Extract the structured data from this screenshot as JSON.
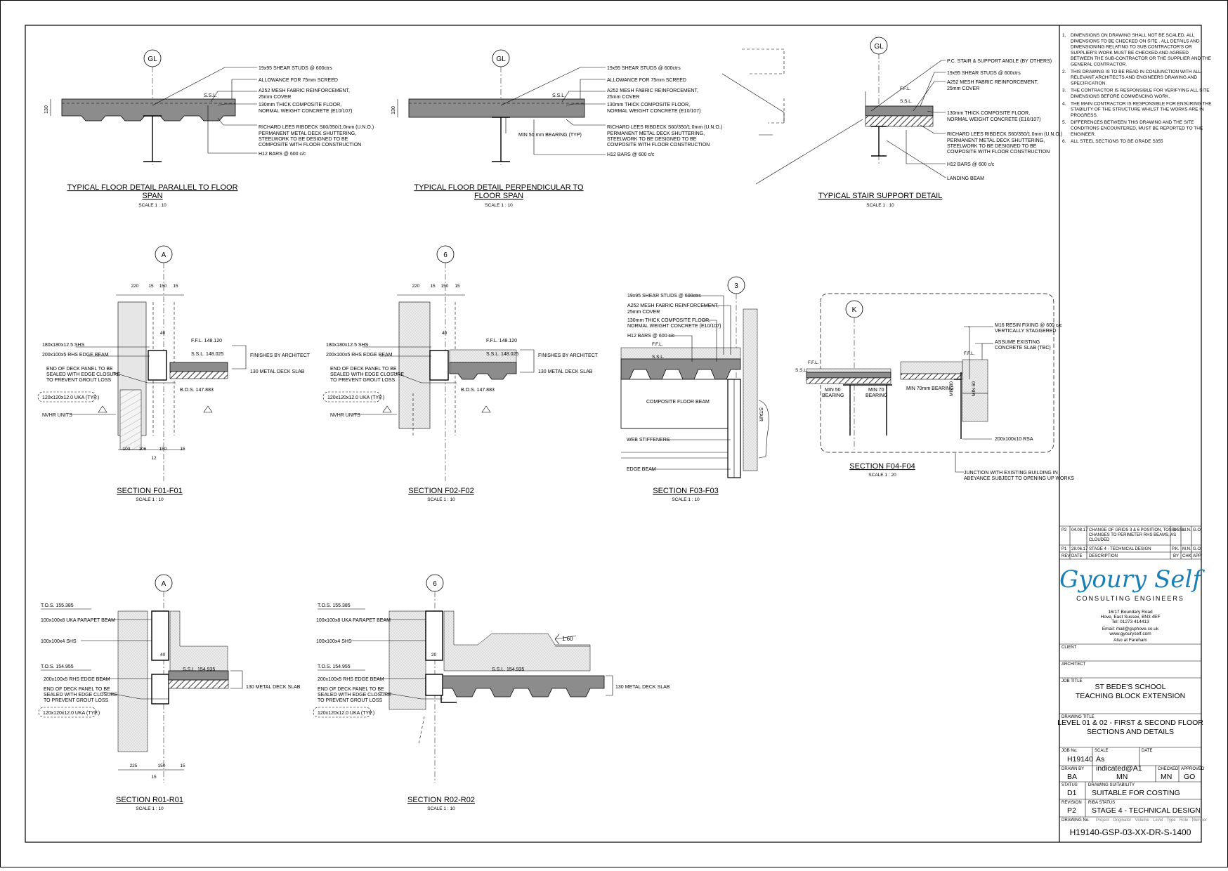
{
  "notes": [
    "1. DIMENSIONS ON DRAWING SHALL NOT BE SCALED. ALL DIMENSIONS TO BE CHECKED ON SITE . ALL DETAILS AND DIMENSIONING RELATING TO SUB CONTRACTOR'S OR SUPPLIER'S WORK MUST BE CHECKED AND AGREED BETWEEN THE SUB-CONTRACTOR OR THE SUPPLIER AND THE GENERAL CONTRACTOR.",
    "2. THIS DRAWING IS TO BE READ IN CONJUNCTION WITH ALL RELEVANT ARCHITECTS AND ENGINEERS DRAWING AND SPECIFICATION.",
    "3. THE CONTRACTOR IS RESPONSIBLE FOR VERIFYING ALL SITE DIMENSIONS BEFORE COMMENCING WORK.",
    "4. THE MAIN CONTRACTOR IS RESPONSIBLE FOR ENSURING THE STABILITY OF THE STRUCTURE WHILST THE WORKS ARE IN PROGRESS.",
    "5. DIFFERENCES BETWEEN THIS DRAWING AND THE SITE CONDITIONS ENCOUNTERED, MUST BE REPORTED TO THE ENGINEER.",
    "6. ALL STEEL SECTIONS TO BE GRADE S355"
  ],
  "notes_lines": [
    [
      "1.",
      "DIMENSIONS ON DRAWING SHALL NOT BE SCALED. ALL",
      "DIMENSIONS TO BE CHECKED ON SITE . ALL DETAILS AND",
      "DIMENSIONING RELATING TO SUB CONTRACTOR'S OR",
      "SUPPLIER'S WORK MUST BE CHECKED AND AGREED",
      "BETWEEN THE SUB-CONTRACTOR OR THE SUPPLIER AND THE",
      "GENERAL CONTRACTOR."
    ],
    [
      "2.",
      "THIS DRAWING IS TO BE READ IN CONJUNCTION WITH ALL",
      "RELEVANT ARCHITECTS AND ENGINEERS DRAWING AND",
      "SPECIFICATION."
    ],
    [
      "3.",
      "THE CONTRACTOR IS RESPONSIBLE FOR VERIFYING ALL SITE",
      "DIMENSIONS BEFORE COMMENCING WORK."
    ],
    [
      "4.",
      "THE MAIN CONTRACTOR IS RESPONSIBLE FOR ENSURING THE",
      "STABILITY OF THE STRUCTURE WHILST THE WORKS ARE IN",
      "PROGRESS."
    ],
    [
      "5.",
      "DIFFERENCES BETWEEN THIS DRAWING AND THE SITE",
      "CONDITIONS ENCOUNTERED, MUST BE REPORTED TO THE",
      "ENGINEER."
    ],
    [
      "6.",
      "ALL STEEL SECTIONS TO BE GRADE S355"
    ]
  ],
  "floor_labels": {
    "studs": "19x95 SHEAR STUDS @ 600ctrs",
    "screed": "ALLOWANCE FOR 75mm SCREED",
    "mesh1": "A252 MESH FABRIC REINFORCEMENT,",
    "mesh2": "25mm COVER",
    "slab1": "130mm THICK COMPOSITE FLOOR,",
    "slab2": "NORMAL WEIGHT CONCRETE (E10/107)",
    "deck1": "RICHARD LEES RIBDECK S60/350/1.0mm (U.N.O.)",
    "deck2": "PERMANENT METAL DECK SHUTTERING,",
    "deck3": "STEELWORK TO BE DESIGNED TO BE",
    "deck4": "COMPOSITE WITH FLOOR CONSTRUCTION",
    "bars": "H12 BARS @ 600 c/c",
    "ssl": "S.S.L.",
    "ffl": "F.F.L.",
    "dim130": "130",
    "bearing": "MIN 50 mm BEARING (TYP)",
    "stair": "P.C. STAIR & SUPPORT ANGLE (BY OTHERS)",
    "landing": "LANDING BEAM"
  },
  "titles": {
    "d1a": "TYPICAL FLOOR DETAIL PARALLEL TO FLOOR",
    "d1b": "SPAN",
    "d2a": "TYPICAL FLOOR DETAIL PERPENDICULAR TO",
    "d2b": "FLOOR SPAN",
    "d3": "TYPICAL STAIR SUPPORT DETAIL",
    "s1": "SECTION F01-F01",
    "s2": "SECTION F02-F02",
    "s3": "SECTION F03-F03",
    "s4": "SECTION F04-F04",
    "s5": "SECTION R01-R01",
    "s6": "SECTION R02-R02",
    "scale10": "SCALE 1 : 10",
    "scale20": "SCALE 1 : 20"
  },
  "grids": {
    "gl": "GL",
    "a": "A",
    "six": "6",
    "three": "3",
    "k": "K"
  },
  "section_labels": {
    "shs180": "180x180x12.5 SHS",
    "rhs200": "200x100x5 RHS EDGE BEAM",
    "end1": "END OF DECK PANEL TO BE",
    "end2": "SEALED WITH EDGE CLOSURE",
    "end3": "TO PREVENT GROUT LOSS",
    "uka": "120x120x12.0 UKA (TYP.)",
    "nvhr": "NVHR UNITS",
    "ffl1": "F.F.L. 148.120",
    "ssl1": "S.S.L. 148.025",
    "bos": "B.O.S. 147.883",
    "finishes": "FINISHES BY ARCHITECT",
    "mds": "130 METAL DECK SLAB",
    "d220": "220",
    "d15": "15",
    "d150": "150",
    "d40": "40",
    "d103": "103",
    "d106": "106",
    "d12": "12",
    "d225": "225",
    "d20": "20",
    "comp_beam": "COMPOSITE FLOOR BEAM",
    "web": "WEB STIFFENERS",
    "edge": "EDGE BEAM",
    "stair": "STAIR",
    "h12": "H12 BARS @ 600 c/c",
    "m16a": "M16 RESIN FIXING @ 600 c/c",
    "m16b": "VERTICALLY STAGGERED",
    "assume1": "ASSUME EXISTING",
    "assume2": "CONCRETE SLAB (TBC)",
    "min50a": "MIN 50",
    "min50b": "BEARING",
    "min70a": "MIN 70",
    "min70b": "BEARING",
    "min70mm": "MIN 70mm BEARING",
    "min80": "MIN 80",
    "min60": "MIN 60",
    "rsa": "200x100x10 RSA",
    "junc1": "JUNCTION WITH EXISTING BUILDING IN",
    "junc2": "ABEYANCE SUBJECT TO OPENING UP WORKS",
    "tos1": "T.O.S. 155.385",
    "tos2": "T.O.S. 154.955",
    "uka100": "100x100x8 UKA PARAPET BEAM",
    "shs100": "100x100x4 SHS",
    "ssl2": "S.S.L. 154.935",
    "slope": "1:60"
  },
  "revisions": [
    {
      "rev": "P2",
      "date": "04.08.17",
      "desc1": "CHANGE OF GRIDS 3 & 6 POSITION, TOS & SSL",
      "desc2": "CHANGES TO PERIMETER RHS BEAMS, AS",
      "desc3": "CLOUDED",
      "by": "P.K.",
      "chk": "M.N.",
      "app": "G.O."
    },
    {
      "rev": "P1",
      "date": "28.06.17",
      "desc1": "STAGE 4 - TECHNICAL DESIGN",
      "desc2": "",
      "desc3": "",
      "by": "P.K.",
      "chk": "M.N.",
      "app": "G.O."
    }
  ],
  "rev_header": {
    "rev": "REV",
    "date": "DATE",
    "desc": "DESCRIPTION",
    "by": "BY",
    "chk": "CHK",
    "app": "APP"
  },
  "company": {
    "name": "Gyoury Self",
    "sub": "CONSULTING ENGINEERS",
    "addr1": "16/17 Boundary Road",
    "addr2": "Hove, East Sussex, BN3 4EF",
    "tel": "Tel: 01273 414413",
    "email": "Email: mail@gsphove.co.uk",
    "web": "www.gyouryself.com",
    "also": "Also at Fareham",
    "brand_color": "#1a7fb5"
  },
  "titleblock": {
    "client_lbl": "CLIENT",
    "arch_lbl": "ARCHITECT",
    "job_lbl": "JOB TITLE",
    "job1": "ST BEDE'S SCHOOL",
    "job2": "TEACHING BLOCK EXTENSION",
    "dtitle_lbl": "DRAWING TITLE",
    "dtitle1": "LEVEL 01 & 02 - FIRST & SECOND FLOOR",
    "dtitle2": "SECTIONS AND DETAILS",
    "jobno_lbl": "JOB No.",
    "jobno": "H19140",
    "scale_lbl": "SCALE",
    "scale1": "As",
    "scale2": "indicated@A1",
    "date_lbl": "DATE",
    "drawn_lbl": "DRAWN BY",
    "drawn": "BA",
    "checked_lbl": "CHECKED",
    "checked": "MN",
    "approved_lbl": "APPROVED",
    "approved": "GO",
    "mn": "MN",
    "status_lbl": "STATUS",
    "status": "D1",
    "suit_lbl": "DRAWING SUITABILITY",
    "suit": "SUITABLE FOR COSTING",
    "revision_lbl": "REVISION",
    "revision": "P2",
    "riba_lbl": "RIBA STATUS",
    "riba": "STAGE 4 - TECHNICAL DESIGN",
    "dwgno_lbl": "DRAWING No.",
    "dwgno_hint": "Project · Originator · Volume · Level · Type · Role · Number",
    "dwgno": "H19140-GSP-03-XX-DR-S-1400"
  }
}
